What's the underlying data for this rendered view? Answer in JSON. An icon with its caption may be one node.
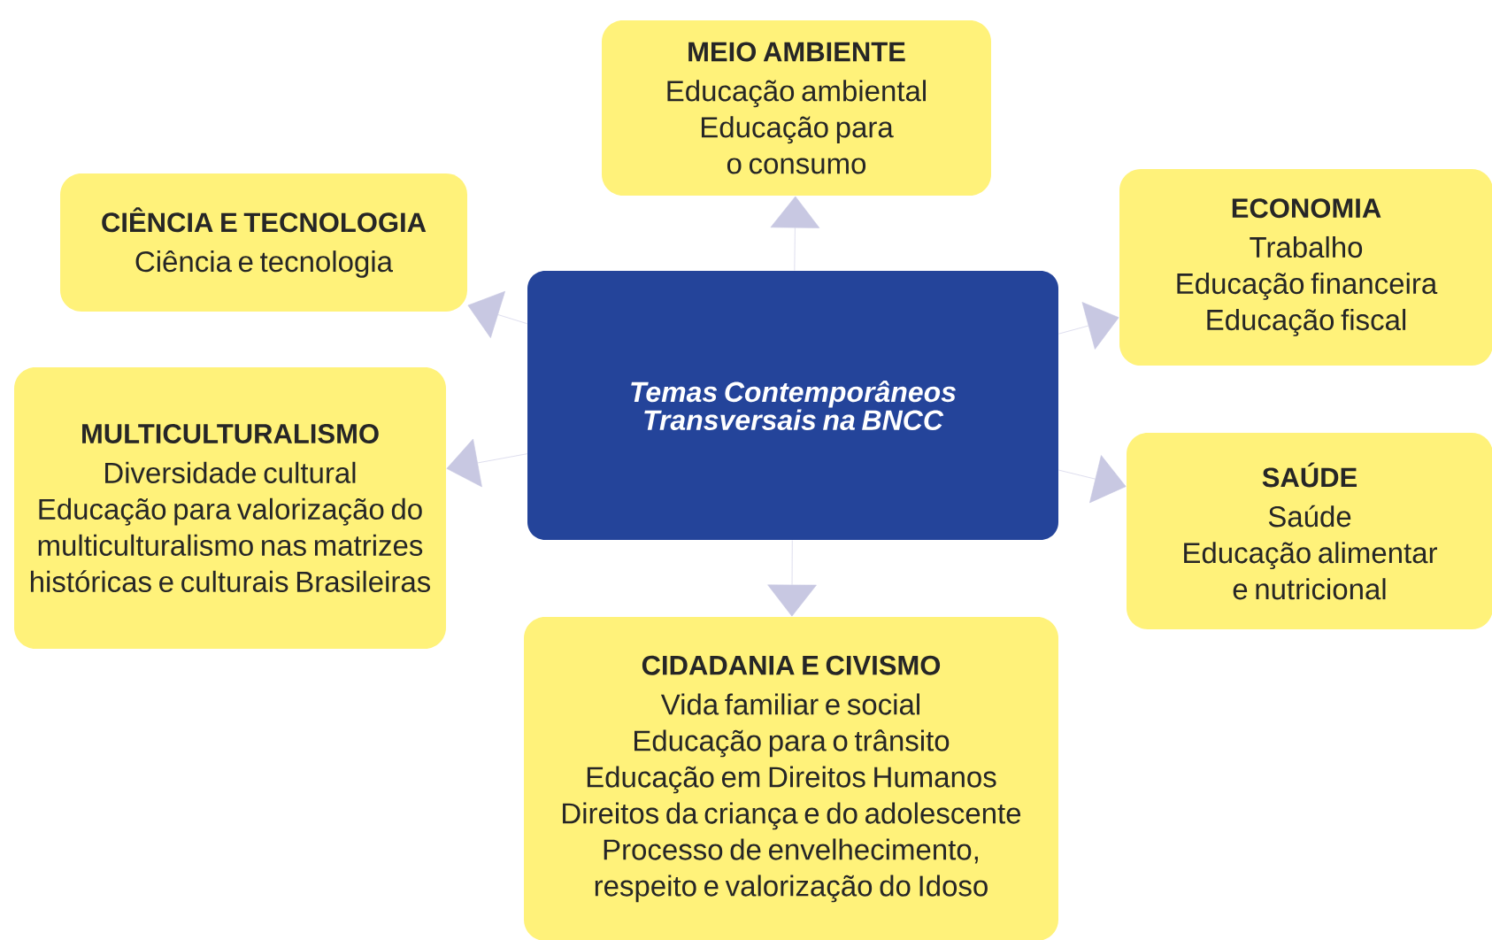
{
  "diagram": {
    "nodes": [
      {
        "text": [
          "Temas Contemporâneos Transversais na BNCC"
        ]
      },
      {
        "text": [
          "MEIO AMBIENTE",
          "Educação ambiental",
          "Educação para o consumo"
        ]
      },
      {
        "text": [
          "CIÊNCIA E TECNOLOGIA",
          "Ciência e tecnologia"
        ]
      },
      {
        "text": [
          "ECONOMIA",
          "Trabalho",
          "Educação financeira",
          "Educação fiscal"
        ]
      },
      {
        "text": [
          "MULTICULTURALISMO",
          "Diversidade cultural",
          "Educação para valorização do multiculturalismo nas matrizes históricas e culturais Brasileiras"
        ]
      },
      {
        "text": [
          "SAÚDE",
          "Saúde",
          "Educação alimentar e nutricional"
        ]
      },
      {
        "text": [
          "CIDADANIA E CIVISMO",
          "Vida familiar e social",
          "Educação para o trânsito",
          "Educação em Direitos Humanos",
          "Direitos da criança e do adolescente",
          "Processo de envelhecimento, respeito e valorização do Idoso"
        ]
      }
    ],
    "edges": [
      {
        "from": 0,
        "to": 1,
        "arrow": "to"
      },
      {
        "from": 0,
        "to": 2,
        "arrow": "to"
      },
      {
        "from": 0,
        "to": 3,
        "arrow": "to"
      },
      {
        "from": 0,
        "to": 4,
        "arrow": "to"
      },
      {
        "from": 0,
        "to": 5,
        "arrow": "to"
      },
      {
        "from": 0,
        "to": 6,
        "arrow": "to"
      }
    ]
  }
}
